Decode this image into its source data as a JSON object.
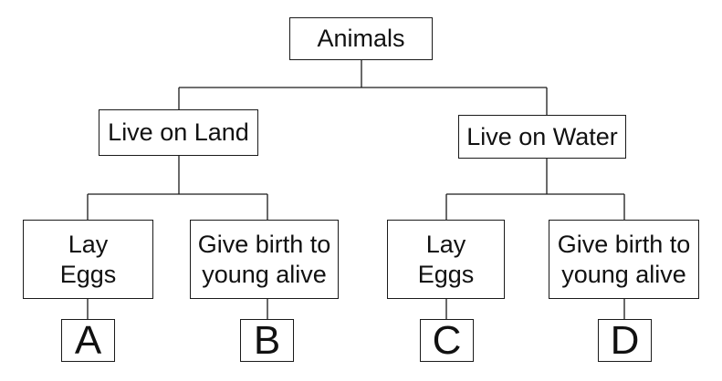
{
  "diagram": {
    "root": {
      "label": "Animals"
    },
    "land": {
      "label": "Live on Land"
    },
    "water": {
      "label": "Live on Water"
    },
    "land_eggs": {
      "line1": "Lay",
      "line2": "Eggs"
    },
    "land_birth": {
      "line1": "Give birth to",
      "line2": "young alive"
    },
    "water_eggs": {
      "line1": "Lay",
      "line2": "Eggs"
    },
    "water_birth": {
      "line1": "Give birth to",
      "line2": "young alive"
    },
    "leaves": {
      "a": "A",
      "b": "B",
      "c": "C",
      "d": "D"
    }
  }
}
